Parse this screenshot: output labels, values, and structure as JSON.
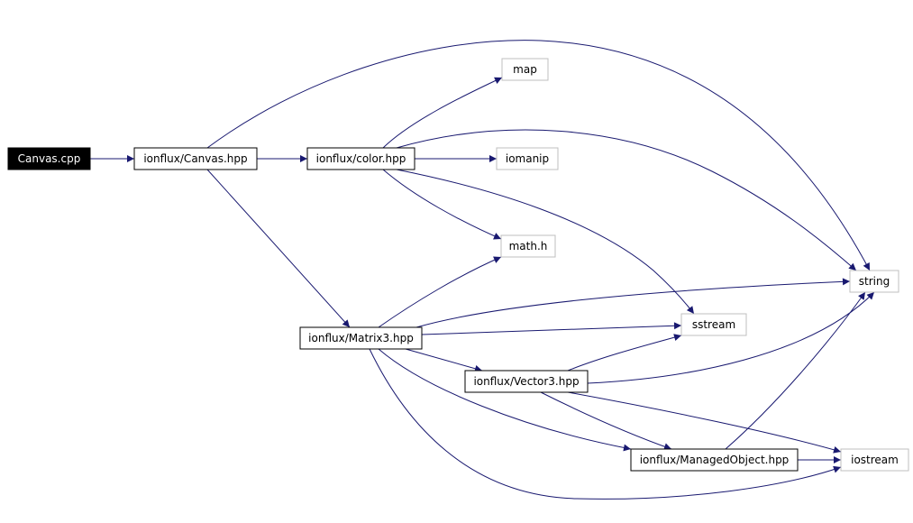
{
  "colors": {
    "edge": "#191970",
    "root_fill": "#000000",
    "root_text": "#ffffff",
    "local_border": "#000000",
    "system_border": "#bfbfbf",
    "text": "#000000"
  },
  "nodes": [
    {
      "id": "canvas_cpp",
      "label": "Canvas.cpp",
      "kind": "root"
    },
    {
      "id": "canvas_hpp",
      "label": "ionflux/Canvas.hpp",
      "kind": "local"
    },
    {
      "id": "color_hpp",
      "label": "ionflux/color.hpp",
      "kind": "local"
    },
    {
      "id": "matrix3_hpp",
      "label": "ionflux/Matrix3.hpp",
      "kind": "local"
    },
    {
      "id": "vector3_hpp",
      "label": "ionflux/Vector3.hpp",
      "kind": "local"
    },
    {
      "id": "managed_hpp",
      "label": "ionflux/ManagedObject.hpp",
      "kind": "local"
    },
    {
      "id": "map",
      "label": "map",
      "kind": "system"
    },
    {
      "id": "iomanip",
      "label": "iomanip",
      "kind": "system"
    },
    {
      "id": "math_h",
      "label": "math.h",
      "kind": "system"
    },
    {
      "id": "string",
      "label": "string",
      "kind": "system"
    },
    {
      "id": "sstream",
      "label": "sstream",
      "kind": "system"
    },
    {
      "id": "iostream",
      "label": "iostream",
      "kind": "system"
    }
  ],
  "edges": [
    {
      "from": "canvas_cpp",
      "to": "canvas_hpp"
    },
    {
      "from": "canvas_hpp",
      "to": "color_hpp"
    },
    {
      "from": "canvas_hpp",
      "to": "string"
    },
    {
      "from": "canvas_hpp",
      "to": "matrix3_hpp"
    },
    {
      "from": "color_hpp",
      "to": "map"
    },
    {
      "from": "color_hpp",
      "to": "iomanip"
    },
    {
      "from": "color_hpp",
      "to": "math_h"
    },
    {
      "from": "color_hpp",
      "to": "string"
    },
    {
      "from": "color_hpp",
      "to": "sstream"
    },
    {
      "from": "matrix3_hpp",
      "to": "math_h"
    },
    {
      "from": "matrix3_hpp",
      "to": "string"
    },
    {
      "from": "matrix3_hpp",
      "to": "sstream"
    },
    {
      "from": "matrix3_hpp",
      "to": "vector3_hpp"
    },
    {
      "from": "matrix3_hpp",
      "to": "managed_hpp"
    },
    {
      "from": "matrix3_hpp",
      "to": "iostream"
    },
    {
      "from": "vector3_hpp",
      "to": "sstream"
    },
    {
      "from": "vector3_hpp",
      "to": "string"
    },
    {
      "from": "vector3_hpp",
      "to": "managed_hpp"
    },
    {
      "from": "vector3_hpp",
      "to": "iostream"
    },
    {
      "from": "managed_hpp",
      "to": "iostream"
    },
    {
      "from": "managed_hpp",
      "to": "string"
    }
  ]
}
